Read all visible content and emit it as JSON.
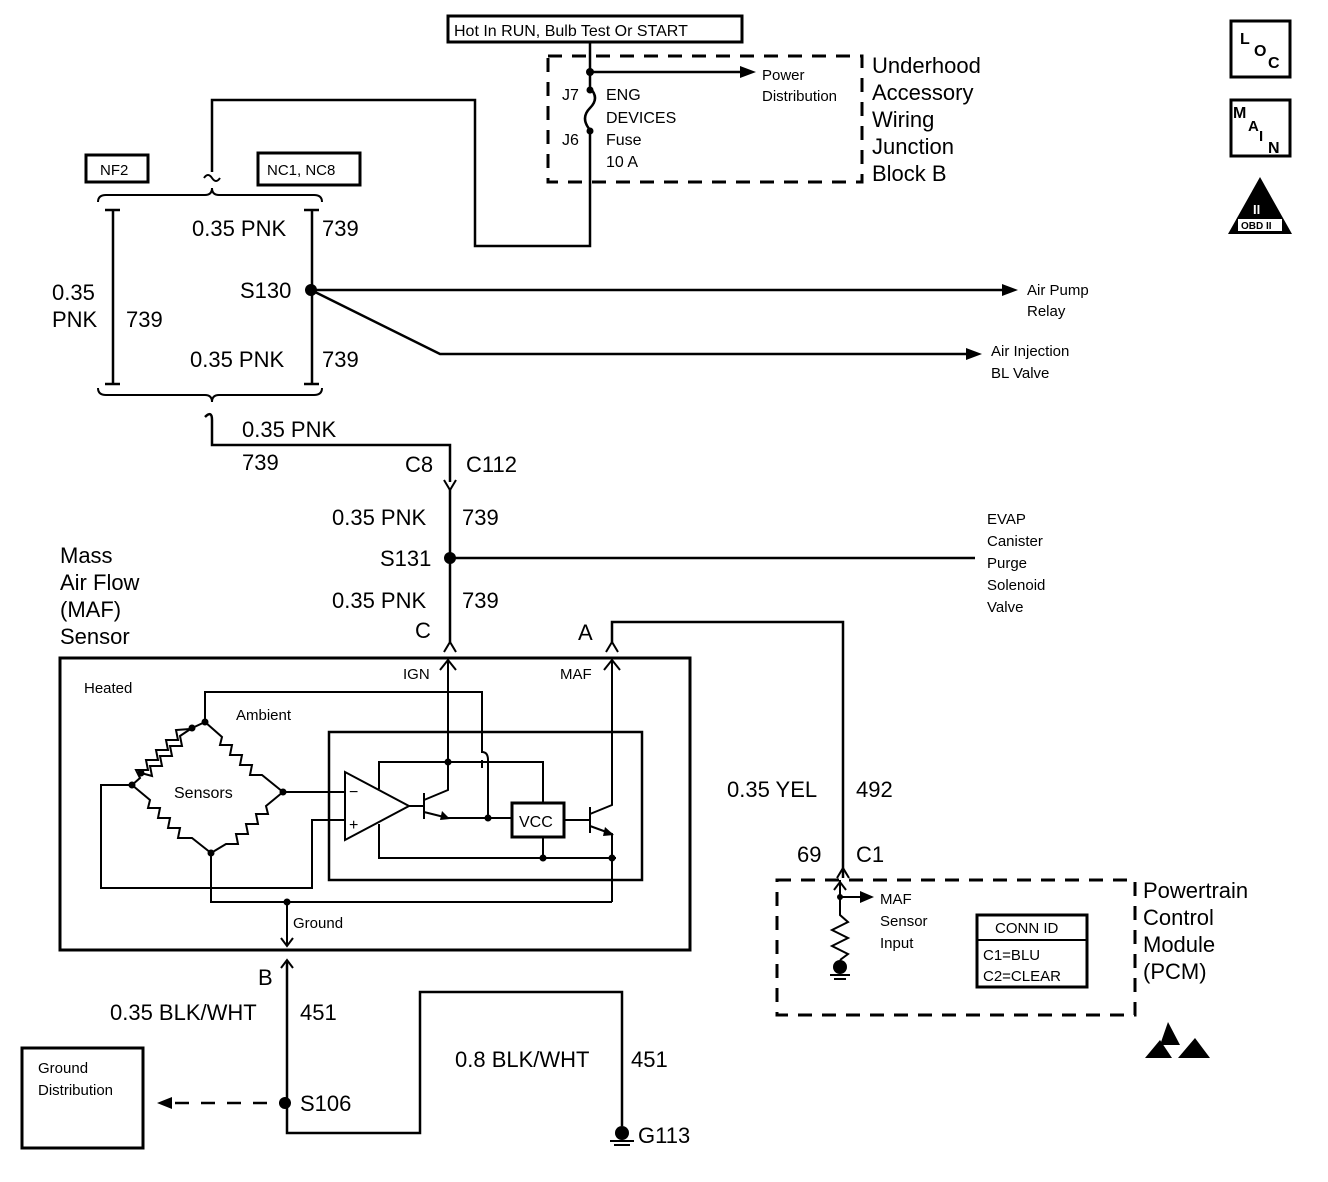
{
  "header": {
    "power_condition": "Hot In RUN, Bulb Test Or START"
  },
  "fuse_block": {
    "name_lines": [
      "Underhood",
      "Accessory",
      "Wiring",
      "Junction",
      "Block B"
    ],
    "pin_in": "J7",
    "pin_out": "J6",
    "fuse_lines": [
      "ENG",
      "DEVICES",
      "Fuse",
      "10 A"
    ],
    "branch_lines": [
      "Power",
      "Distribution"
    ]
  },
  "options": {
    "left": "NF2",
    "right": "NC1, NC8"
  },
  "wires": {
    "w1_gauge": "0.35 PNK",
    "w1_circuit": "739",
    "w2_gauge_lines": [
      "0.35",
      "PNK"
    ],
    "w2_circuit": "739",
    "w3_gauge": "0.35 PNK",
    "w3_circuit": "739",
    "w4_gauge": "0.35 PNK",
    "w4_circuit": "739",
    "w5_gauge": "0.35 PNK",
    "w5_circuit": "739",
    "w6_gauge": "0.35 PNK",
    "w6_circuit": "739",
    "w7_gauge": "0.35 YEL",
    "w7_circuit": "492",
    "w8_gauge": "0.35 BLK/WHT",
    "w8_circuit": "451",
    "w9_gauge": "0.8 BLK/WHT",
    "w9_circuit": "451"
  },
  "splices": {
    "s130": "S130",
    "s131": "S131",
    "s106": "S106"
  },
  "connectors": {
    "c8": "C8",
    "c112": "C112",
    "maf_c": "C",
    "maf_a": "A",
    "maf_b": "B",
    "pcm_pin": "69",
    "pcm_conn": "C1"
  },
  "destinations": {
    "air_pump": [
      "Air Pump",
      "Relay"
    ],
    "air_injection": [
      "Air Injection",
      "BL Valve"
    ],
    "evap": [
      "EVAP",
      "Canister",
      "Purge",
      "Solenoid",
      "Valve"
    ]
  },
  "maf_sensor": {
    "name_lines": [
      "Mass",
      "Air Flow",
      "(MAF)",
      "Sensor"
    ],
    "heated": "Heated",
    "ambient": "Ambient",
    "sensors": "Sensors",
    "ign": "IGN",
    "maf": "MAF",
    "vcc": "VCC",
    "ground": "Ground",
    "opamp_minus": "−",
    "opamp_plus": "+"
  },
  "pcm": {
    "name_lines": [
      "Powertrain",
      "Control",
      "Module",
      "(PCM)"
    ],
    "input_lines": [
      "MAF",
      "Sensor",
      "Input"
    ],
    "conn_id_title": "CONN ID",
    "conn_id_rows": [
      "C1=BLU",
      "C2=CLEAR"
    ]
  },
  "ground": {
    "distribution_lines": [
      "Ground",
      "Distribution"
    ],
    "g113": "G113"
  },
  "icons": {
    "loc": [
      "L",
      "O",
      "C"
    ],
    "main": [
      "M",
      "A",
      "I",
      "N"
    ],
    "obd": [
      "II",
      "OBD II"
    ],
    "esd": "esd-warning-icon"
  }
}
